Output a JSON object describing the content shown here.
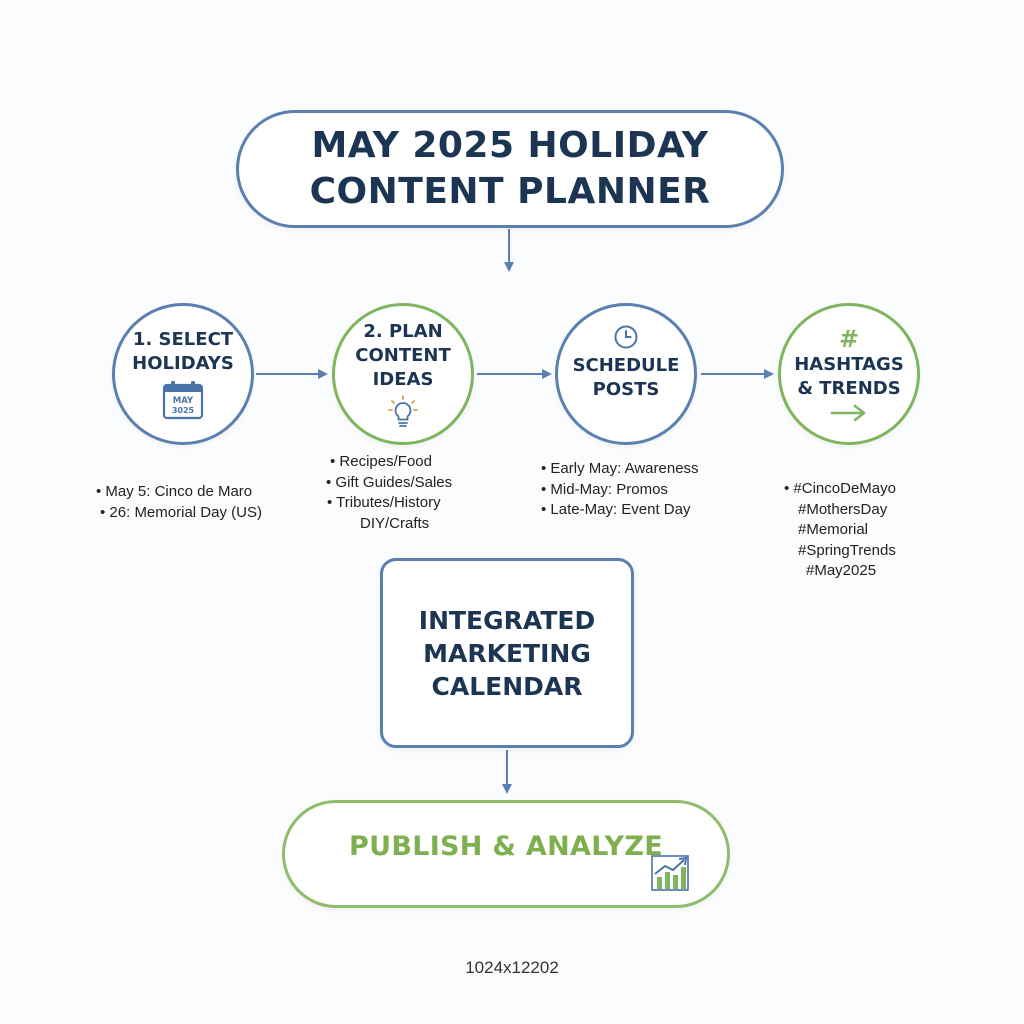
{
  "title": {
    "line1": "MAY 2025 HOLIDAY",
    "line2": "CONTENT PLANNER"
  },
  "steps": [
    {
      "line1": "1. SELECT",
      "line2": "HOLIDAYS",
      "icon": "calendar-icon",
      "icon_text_1": "MAY",
      "icon_text_2": "3025",
      "items": [
        "• May 5: Cinco de Maro",
        "• 26: Memorial Day (US)"
      ]
    },
    {
      "line1": "2. PLAN",
      "line2": "CONTENT",
      "line3": "IDEAS",
      "icon": "lightbulb-icon",
      "items": [
        "• Recipes/Food",
        "• Gift Guides/Sales",
        "• Tributes/History",
        "DIY/Crafts"
      ]
    },
    {
      "line1": "SCHEDULE",
      "line2": "POSTS",
      "icon": "clock-icon",
      "items": [
        "• Early May: Awareness",
        "• Mid-May: Promos",
        "• Late-May: Event Day"
      ]
    },
    {
      "icon_text": "#",
      "line1": "HASHTAGS",
      "line2": "& TRENDS",
      "icon": "arrow-right-icon",
      "items": [
        "• #CincoDeMayo",
        "#MothersDay",
        "#Memorial",
        "#SpringTrends",
        "#May2025"
      ]
    }
  ],
  "calendar_box": {
    "line1": "INTEGRATED",
    "line2": "MARKETING",
    "line3": "CALENDAR"
  },
  "publish": {
    "label": "PUBLISH & ANALYZE",
    "icon": "growth-chart-icon"
  },
  "footer": "1024x12202",
  "colors": {
    "navy": "#1c3553",
    "blue_border": "#5a7fb0",
    "green_border": "#8ebd6b",
    "green_text": "#7fb04f",
    "connector": "#5a7fb0"
  }
}
